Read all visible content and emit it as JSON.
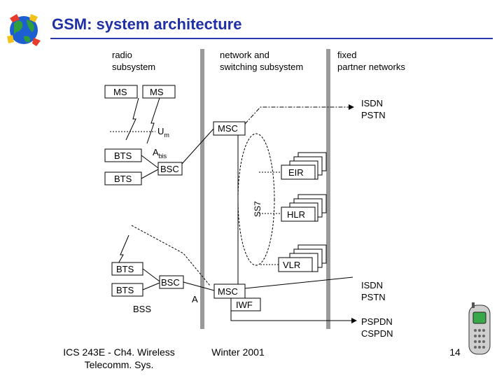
{
  "slide": {
    "title": "GSM: system architecture",
    "footer_left_line1": "ICS 243E - Ch4. Wireless",
    "footer_left_line2": "Telecomm. Sys.",
    "footer_center": "Winter 2001",
    "page_number": "14"
  },
  "diagram": {
    "headers": {
      "radio_line1": "radio",
      "radio_line2": "subsystem",
      "network_line1": "network and",
      "network_line2": "switching subsystem",
      "fixed_line1": "fixed",
      "fixed_line2": "partner networks"
    },
    "ms1": "MS",
    "ms2": "MS",
    "um_main": "U",
    "um_sub": "m",
    "abis_main": "A",
    "abis_sub": "bis",
    "bts1": "BTS",
    "bts2": "BTS",
    "bsc1": "BSC",
    "msc1": "MSC",
    "isdn_pstn_top_1": "ISDN",
    "isdn_pstn_top_2": "PSTN",
    "eir": "EIR",
    "hlr": "HLR",
    "vlr": "VLR",
    "ss7": "SS7",
    "bts3": "BTS",
    "bts4": "BTS",
    "bsc2": "BSC",
    "bss": "BSS",
    "a_interface": "A",
    "msc2": "MSC",
    "iwf": "IWF",
    "isdn_pstn_bottom_1": "ISDN",
    "isdn_pstn_bottom_2": "PSTN",
    "pspdn": "PSPDN",
    "cspdn": "CSPDN"
  },
  "icons": {
    "logo": "globe-logo-icon",
    "phone": "mobile-phone-icon"
  },
  "colors": {
    "title": "#1f2fa6",
    "divider": "#9a9a9a",
    "rule": "#2a3aa8"
  }
}
